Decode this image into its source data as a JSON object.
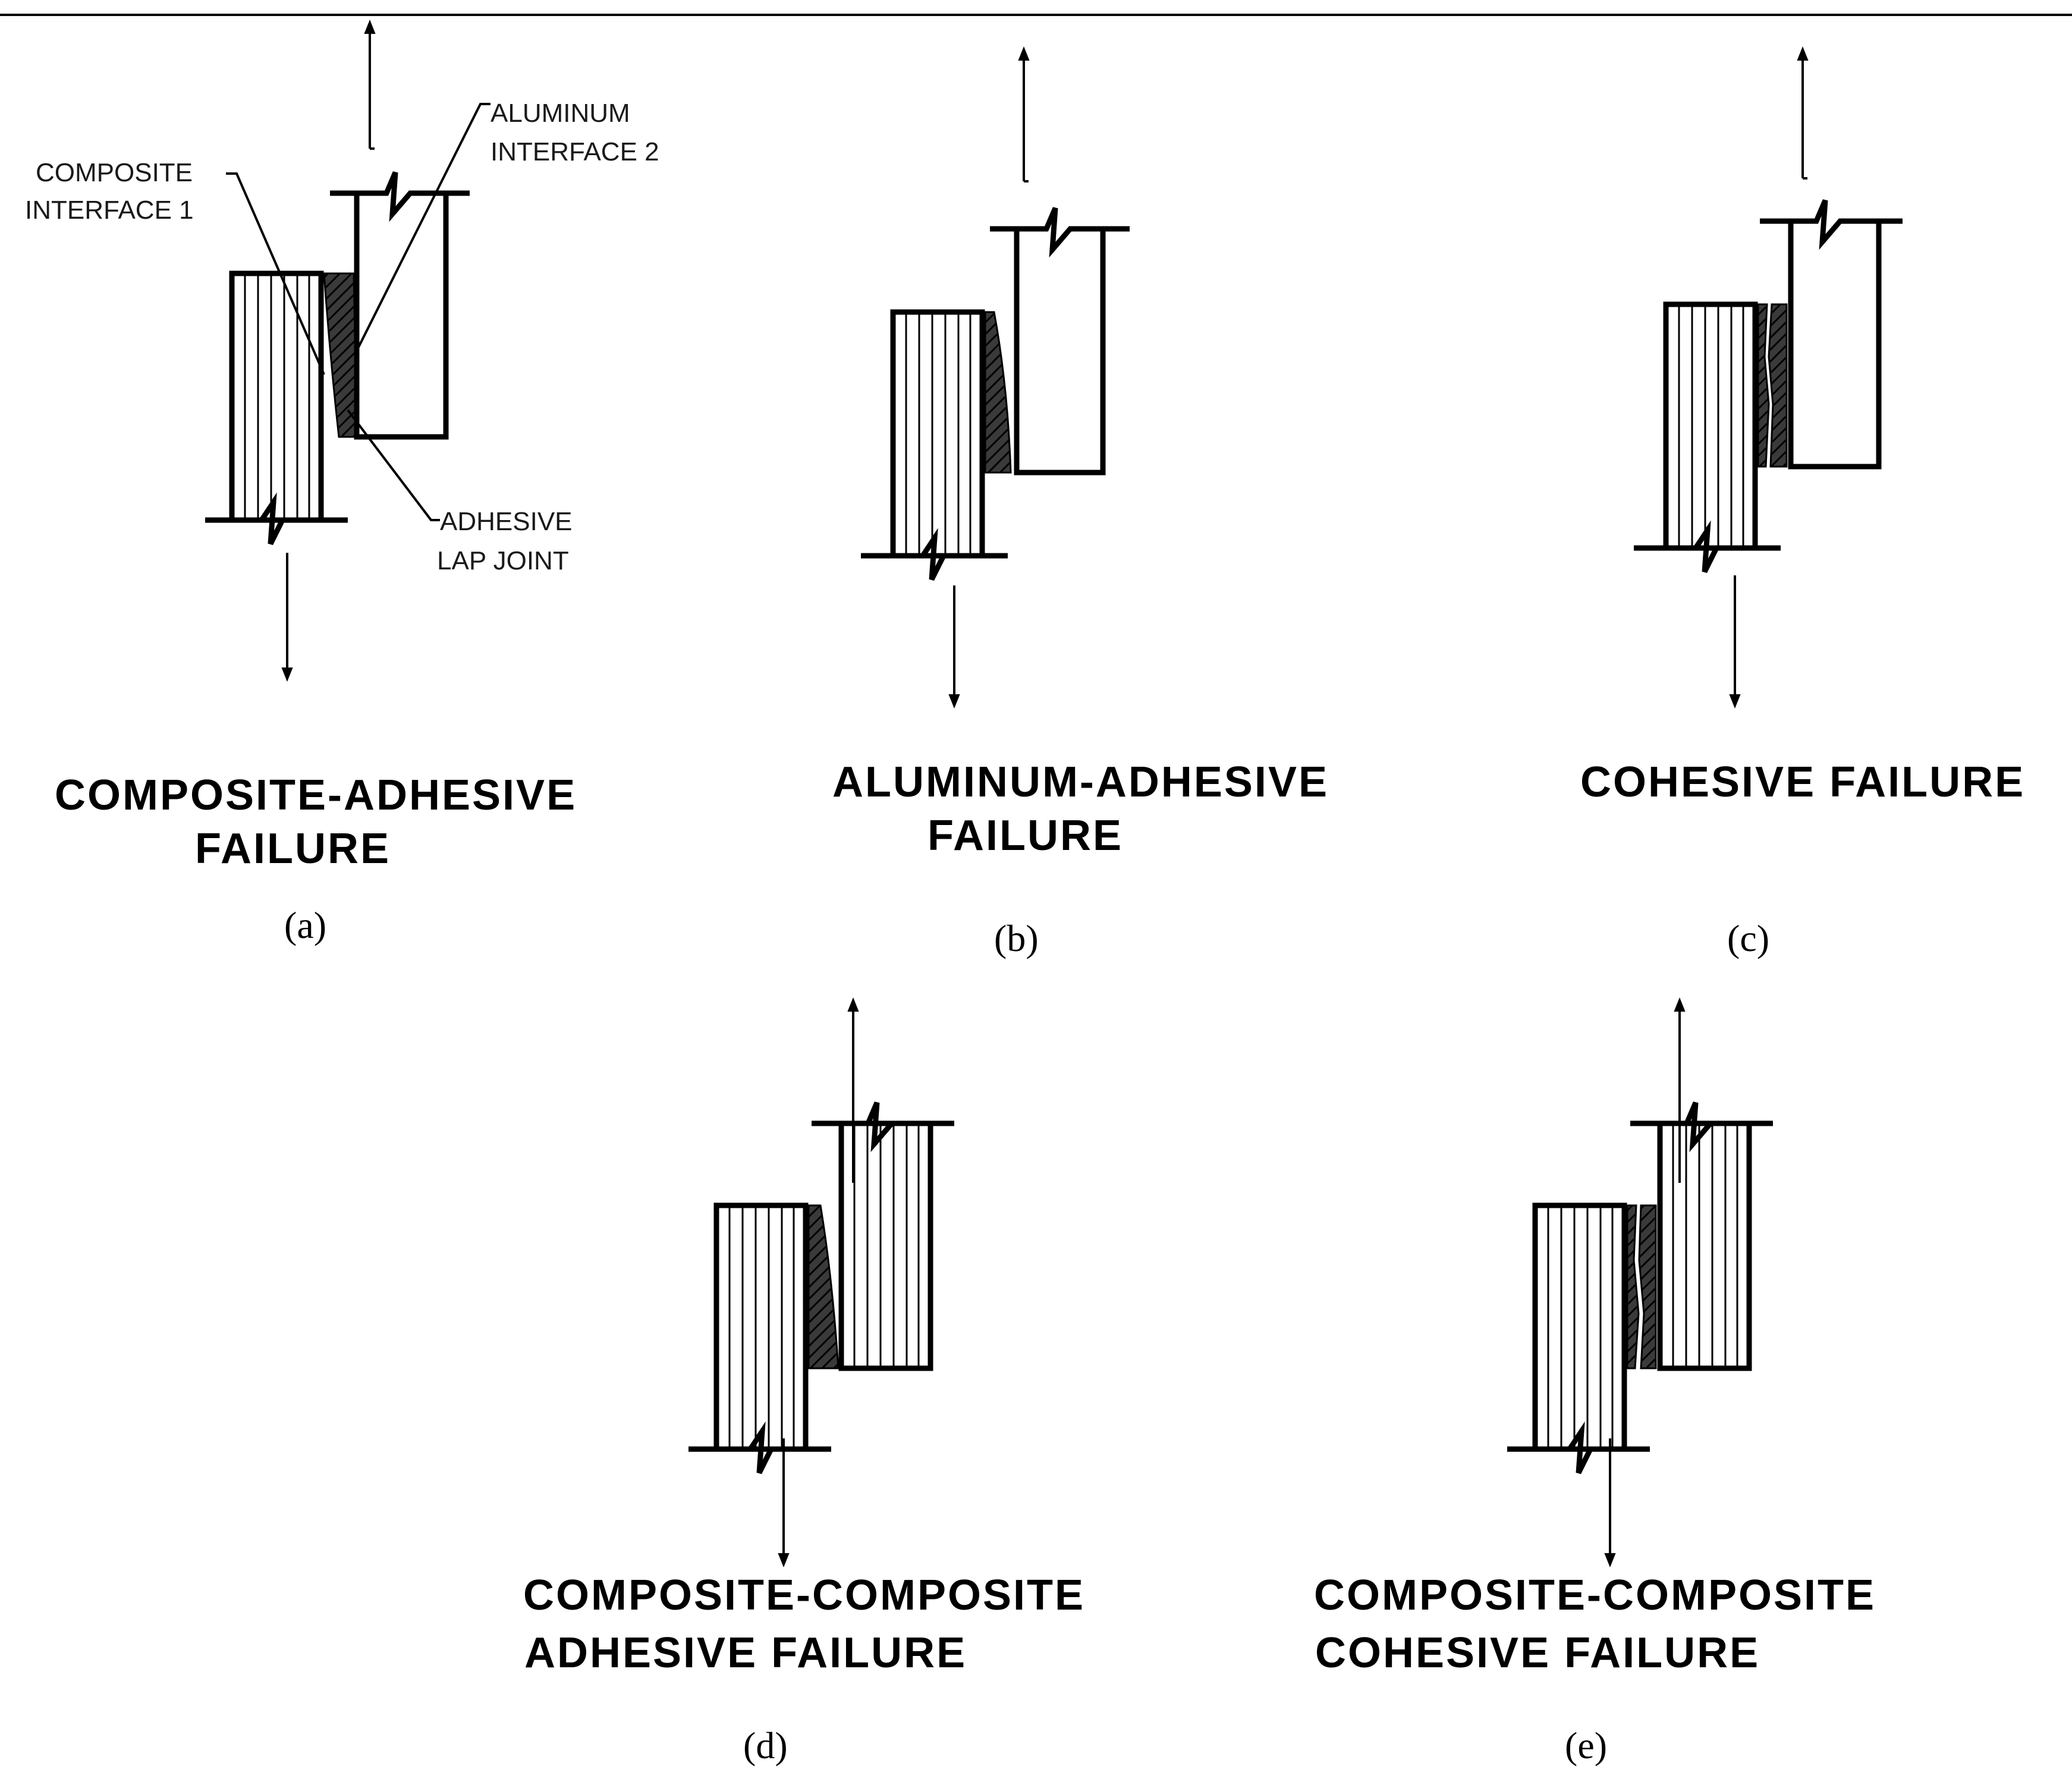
{
  "panels": [
    {
      "id": "a",
      "title_lines": [
        "COMPOSITE-ADHESIVE",
        "FAILURE"
      ],
      "label": "(a)",
      "callouts": {
        "aluminum_interface": [
          "ALUMINUM",
          "INTERFACE 2"
        ],
        "composite_interface": [
          "COMPOSITE",
          "INTERFACE 1"
        ],
        "adhesive_joint": [
          "ADHESIVE",
          "LAP JOINT"
        ]
      }
    },
    {
      "id": "b",
      "title_lines": [
        "ALUMINUM-ADHESIVE",
        "FAILURE"
      ],
      "label": "(b)"
    },
    {
      "id": "c",
      "title_lines": [
        "COHESIVE FAILURE"
      ],
      "label": "(c)"
    },
    {
      "id": "d",
      "title_lines": [
        "COMPOSITE-COMPOSITE",
        "ADHESIVE FAILURE"
      ],
      "label": "(d)"
    },
    {
      "id": "e",
      "title_lines": [
        "COMPOSITE-COMPOSITE",
        "COHESIVE FAILURE"
      ],
      "label": "(e)"
    }
  ]
}
